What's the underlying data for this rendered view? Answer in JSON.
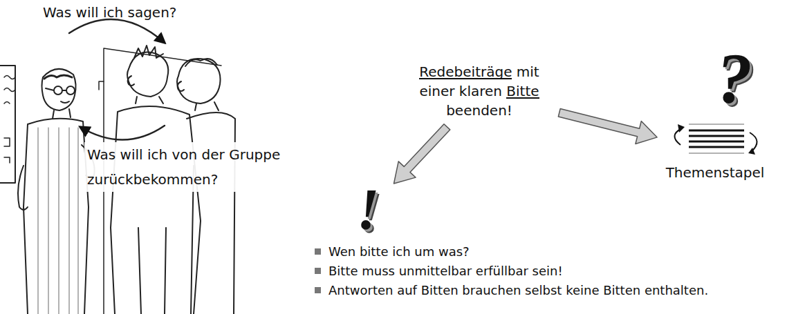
{
  "diagram": {
    "nodes": [
      {
        "text": [
          "Redebeiträge mit einer klaren Bitte beenden!"
        ]
      },
      {
        "text": [
          "Themenstapel"
        ]
      },
      {
        "text": [
          "!"
        ]
      }
    ],
    "edges": [
      {
        "from": 0,
        "to": 1,
        "arrow": "to"
      },
      {
        "from": 0,
        "to": 2,
        "arrow": "to"
      }
    ],
    "labels": [
      "Was will ich sagen?",
      "Was will ich von der Gruppe zurückbekommen?",
      "?",
      "Wen bitte ich um was?",
      "Bitte muss unmittelbar erfüllbar sein!",
      "Antworten auf Bitten brauchen selbst keine Bitten enthalten."
    ]
  }
}
